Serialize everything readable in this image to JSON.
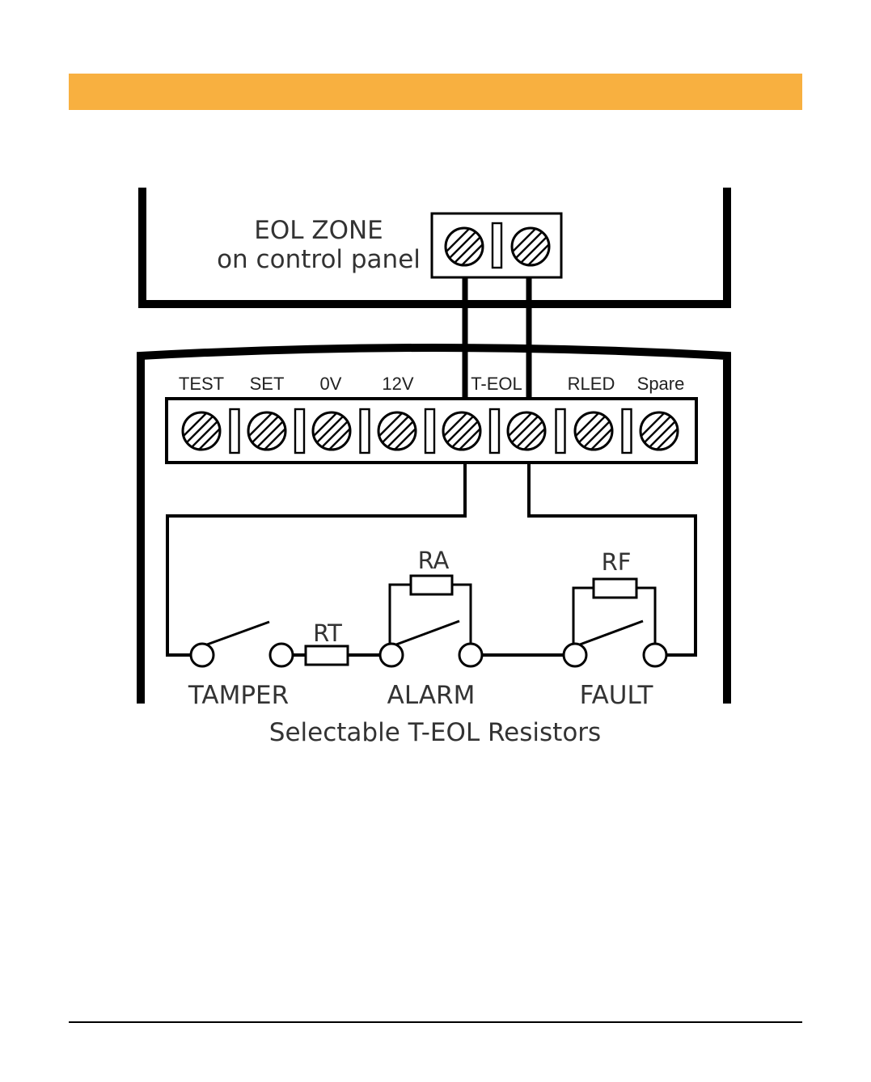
{
  "colors": {
    "banner": "#F8B040",
    "line": "#000000",
    "text": "#333333"
  },
  "panel": {
    "title": "EOL ZONE",
    "subtitle": "on control panel"
  },
  "terminals": [
    "TEST",
    "SET",
    "0V",
    "12V",
    "T-EOL",
    "",
    "RLED",
    "Spare"
  ],
  "resistors": {
    "rt": "RT",
    "ra": "RA",
    "rf": "RF"
  },
  "switches": {
    "tamper": "TAMPER",
    "alarm": "ALARM",
    "fault": "FAULT"
  },
  "caption": "Selectable T-EOL Resistors"
}
